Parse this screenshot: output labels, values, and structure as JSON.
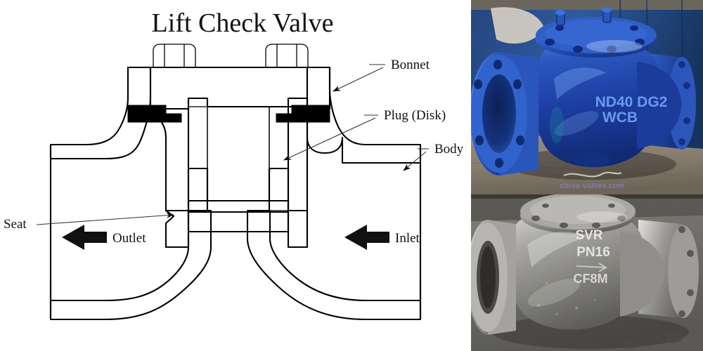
{
  "diagram": {
    "title": "Lift Check Valve",
    "labels": {
      "bonnet": "Bonnet",
      "plug": "Plug (Disk)",
      "body": "Body",
      "seat": "Seat"
    },
    "flow": {
      "outlet": "Outlet",
      "inlet": "Inlet"
    },
    "colors": {
      "line": "#000000",
      "leader": "#333333",
      "gasket": "#000000",
      "background": "#ffffff"
    }
  },
  "photos": [
    {
      "name": "blue-cast-iron-check-valve",
      "description": "Blue painted cast steel flanged lift check valve on concrete floor",
      "cast_markings": [
        "ND40  DG2",
        "WCB"
      ],
      "watermark": "shree-valves.com",
      "colors": {
        "valve_body": "#1d3fa4",
        "valve_highlight": "#3f6fd6",
        "valve_shadow": "#10256b",
        "floor": "#8a8172",
        "wall": "#2c4f8c"
      }
    },
    {
      "name": "stainless-steel-check-valve",
      "description": "Unpainted stainless steel flanged swing check valve on grey floor",
      "cast_markings": [
        "SVR",
        "PN16",
        "CF8M"
      ],
      "colors": {
        "valve_body": "#9a9a98",
        "valve_highlight": "#d3d3d1",
        "valve_shadow": "#5d5d5c",
        "floor": "#6f6f6d",
        "wall": "#56544f"
      }
    }
  ]
}
